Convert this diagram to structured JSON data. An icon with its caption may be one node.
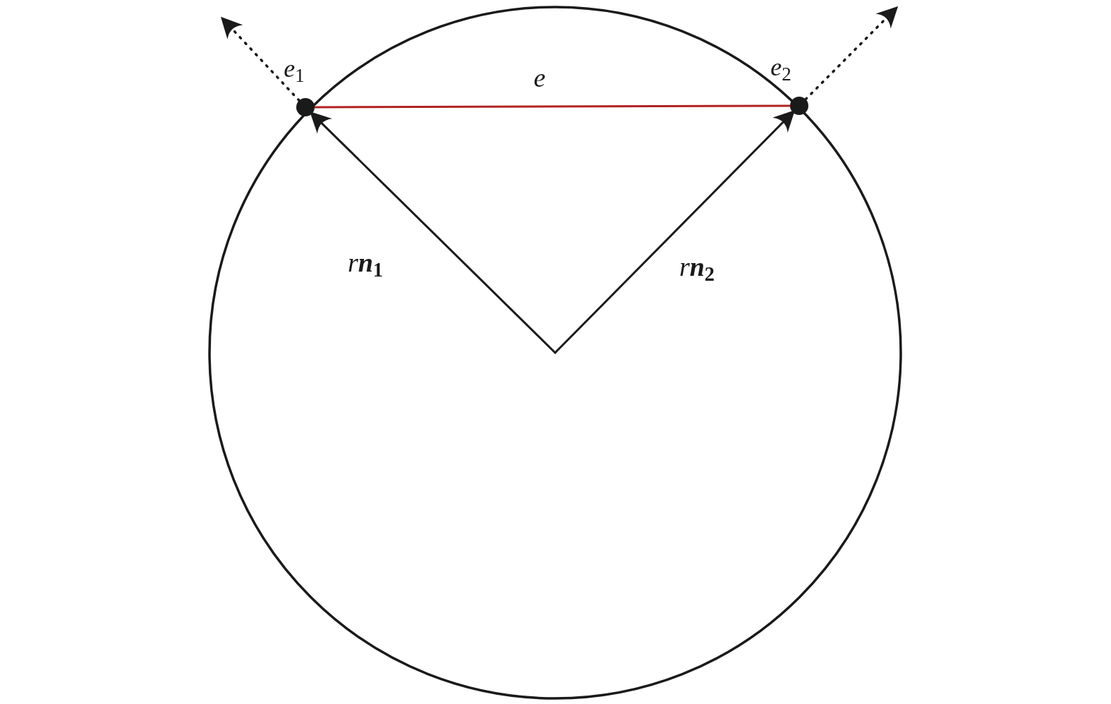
{
  "diagram": {
    "nodes": [
      {
        "text": [],
        "shape": "circle",
        "beside": [
          "*e*$_{1}$"
        ]
      },
      {
        "text": [],
        "shape": "circle",
        "beside": [
          "*e*$_{2}$"
        ]
      }
    ],
    "edges": [
      {
        "from": null,
        "to": 0,
        "arrow": "to",
        "label": "r**n**$_{1}$"
      },
      {
        "from": null,
        "to": 1,
        "arrow": "to",
        "label": "r**n**$_{2}$"
      },
      {
        "from": 0,
        "to": 1,
        "arrow": "none",
        "label": "e",
        "color": "#b22222"
      },
      {
        "from": 0,
        "to": null,
        "arrow": "to",
        "style": "dashed"
      },
      {
        "from": 1,
        "to": null,
        "arrow": "to",
        "style": "dashed"
      }
    ]
  }
}
